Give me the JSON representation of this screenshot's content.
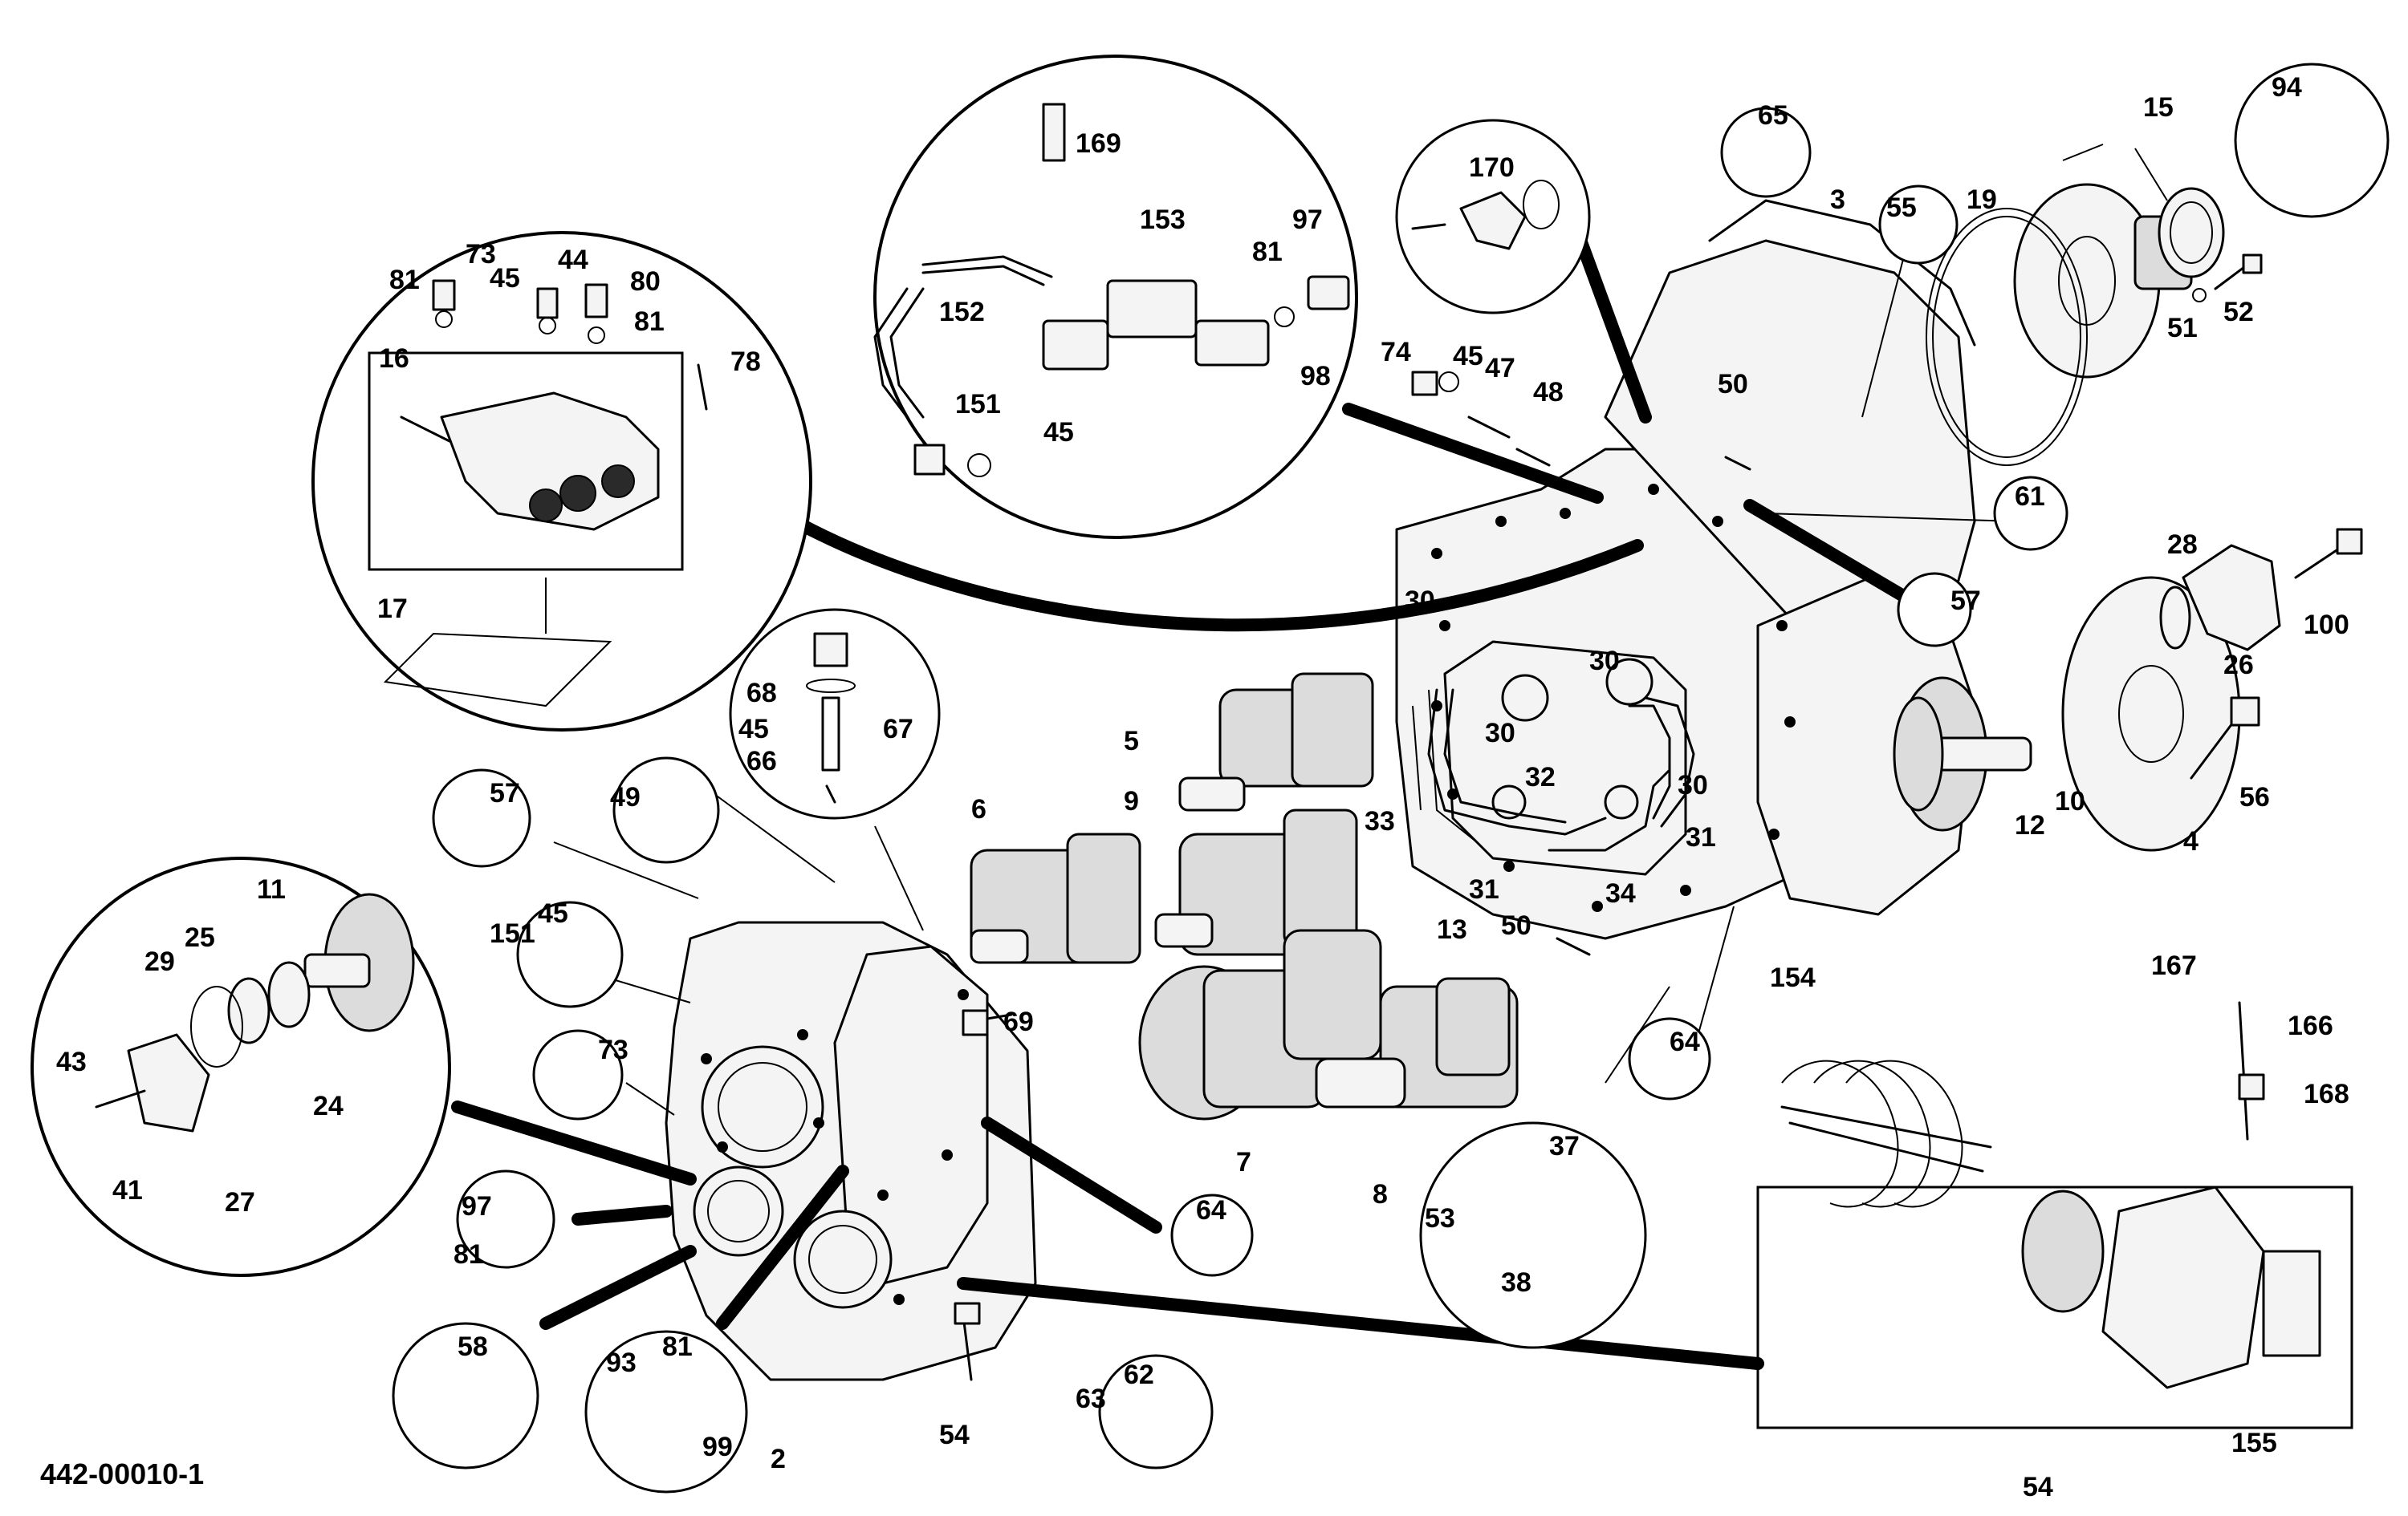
{
  "diagram": {
    "reference": "442-00010-1",
    "labels": [
      {
        "id": "l2",
        "text": "2"
      },
      {
        "id": "l3",
        "text": "3"
      },
      {
        "id": "l4",
        "text": "4"
      },
      {
        "id": "l5",
        "text": "5"
      },
      {
        "id": "l6",
        "text": "6"
      },
      {
        "id": "l7",
        "text": "7"
      },
      {
        "id": "l8",
        "text": "8"
      },
      {
        "id": "l9",
        "text": "9"
      },
      {
        "id": "l10",
        "text": "10"
      },
      {
        "id": "l11",
        "text": "11"
      },
      {
        "id": "l12",
        "text": "12"
      },
      {
        "id": "l13",
        "text": "13"
      },
      {
        "id": "l15",
        "text": "15"
      },
      {
        "id": "l16",
        "text": "16"
      },
      {
        "id": "l17",
        "text": "17"
      },
      {
        "id": "l19",
        "text": "19"
      },
      {
        "id": "l24",
        "text": "24"
      },
      {
        "id": "l25",
        "text": "25"
      },
      {
        "id": "l26",
        "text": "26"
      },
      {
        "id": "l27",
        "text": "27"
      },
      {
        "id": "l28",
        "text": "28"
      },
      {
        "id": "l29",
        "text": "29"
      },
      {
        "id": "l30a",
        "text": "30"
      },
      {
        "id": "l30b",
        "text": "30"
      },
      {
        "id": "l30c",
        "text": "30"
      },
      {
        "id": "l30d",
        "text": "30"
      },
      {
        "id": "l31a",
        "text": "31"
      },
      {
        "id": "l31b",
        "text": "31"
      },
      {
        "id": "l32",
        "text": "32"
      },
      {
        "id": "l33",
        "text": "33"
      },
      {
        "id": "l34",
        "text": "34"
      },
      {
        "id": "l37",
        "text": "37"
      },
      {
        "id": "l38",
        "text": "38"
      },
      {
        "id": "l41",
        "text": "41"
      },
      {
        "id": "l43",
        "text": "43"
      },
      {
        "id": "l44",
        "text": "44"
      },
      {
        "id": "l45a",
        "text": "45"
      },
      {
        "id": "l45b",
        "text": "45"
      },
      {
        "id": "l45c",
        "text": "45"
      },
      {
        "id": "l45d",
        "text": "45"
      },
      {
        "id": "l45e",
        "text": "45"
      },
      {
        "id": "l47",
        "text": "47"
      },
      {
        "id": "l48",
        "text": "48"
      },
      {
        "id": "l49",
        "text": "49"
      },
      {
        "id": "l50a",
        "text": "50"
      },
      {
        "id": "l50b",
        "text": "50"
      },
      {
        "id": "l51",
        "text": "51"
      },
      {
        "id": "l52",
        "text": "52"
      },
      {
        "id": "l53",
        "text": "53"
      },
      {
        "id": "l54a",
        "text": "54"
      },
      {
        "id": "l54b",
        "text": "54"
      },
      {
        "id": "l55",
        "text": "55"
      },
      {
        "id": "l56",
        "text": "56"
      },
      {
        "id": "l57a",
        "text": "57"
      },
      {
        "id": "l57b",
        "text": "57"
      },
      {
        "id": "l58",
        "text": "58"
      },
      {
        "id": "l61",
        "text": "61"
      },
      {
        "id": "l62",
        "text": "62"
      },
      {
        "id": "l63",
        "text": "63"
      },
      {
        "id": "l64a",
        "text": "64"
      },
      {
        "id": "l64b",
        "text": "64"
      },
      {
        "id": "l65",
        "text": "65"
      },
      {
        "id": "l66",
        "text": "66"
      },
      {
        "id": "l67",
        "text": "67"
      },
      {
        "id": "l68",
        "text": "68"
      },
      {
        "id": "l69",
        "text": "69"
      },
      {
        "id": "l73a",
        "text": "73"
      },
      {
        "id": "l73b",
        "text": "73"
      },
      {
        "id": "l74",
        "text": "74"
      },
      {
        "id": "l78",
        "text": "78"
      },
      {
        "id": "l80",
        "text": "80"
      },
      {
        "id": "l81a",
        "text": "81"
      },
      {
        "id": "l81b",
        "text": "81"
      },
      {
        "id": "l81c",
        "text": "81"
      },
      {
        "id": "l81d",
        "text": "81"
      },
      {
        "id": "l81e",
        "text": "81"
      },
      {
        "id": "l93",
        "text": "93"
      },
      {
        "id": "l94",
        "text": "94"
      },
      {
        "id": "l97a",
        "text": "97"
      },
      {
        "id": "l97b",
        "text": "97"
      },
      {
        "id": "l98",
        "text": "98"
      },
      {
        "id": "l99",
        "text": "99"
      },
      {
        "id": "l100",
        "text": "100"
      },
      {
        "id": "l151a",
        "text": "151"
      },
      {
        "id": "l151b",
        "text": "151"
      },
      {
        "id": "l152",
        "text": "152"
      },
      {
        "id": "l153",
        "text": "153"
      },
      {
        "id": "l154",
        "text": "154"
      },
      {
        "id": "l155",
        "text": "155"
      },
      {
        "id": "l166",
        "text": "166"
      },
      {
        "id": "l167",
        "text": "167"
      },
      {
        "id": "l168",
        "text": "168"
      },
      {
        "id": "l169",
        "text": "169"
      },
      {
        "id": "l170",
        "text": "170"
      }
    ]
  }
}
